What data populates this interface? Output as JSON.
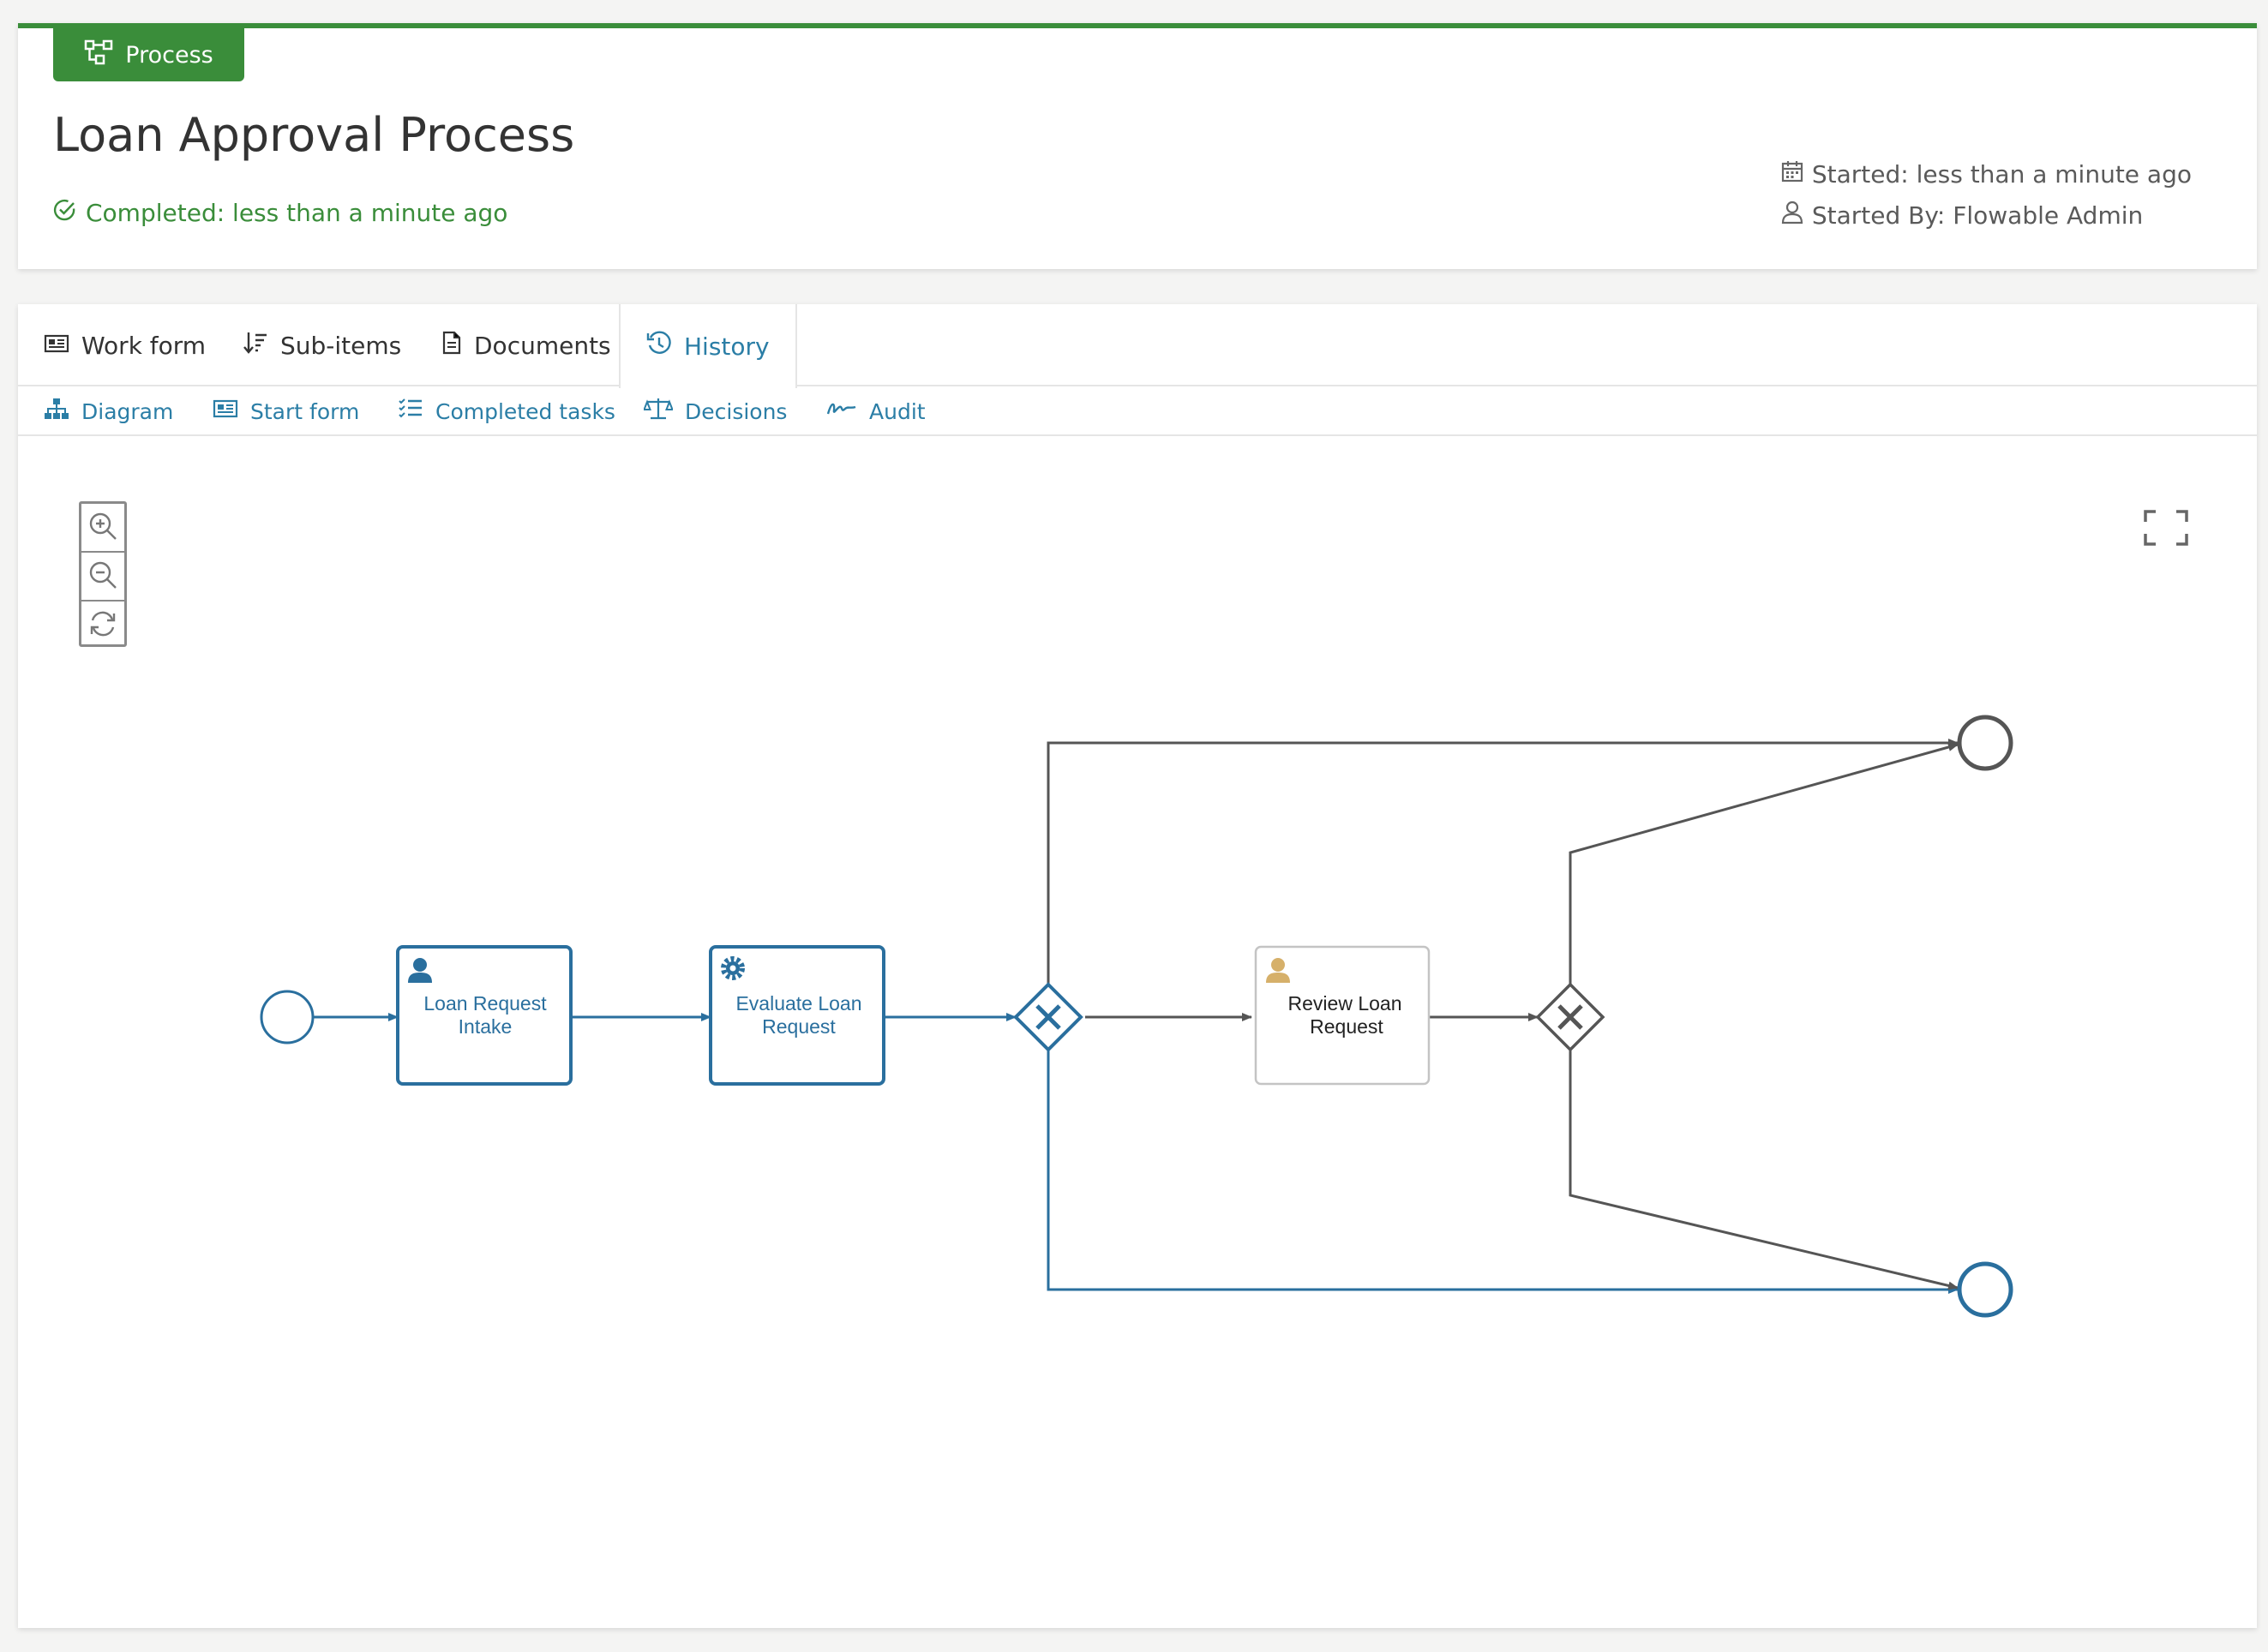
{
  "header": {
    "badge_label": "Process",
    "title": "Loan Approval Process",
    "status": "Completed: less than a minute ago",
    "started": "Started: less than a minute ago",
    "started_by": "Started By: Flowable Admin"
  },
  "tabs": [
    {
      "label": "Work form",
      "icon": "form-icon"
    },
    {
      "label": "Sub-items",
      "icon": "sort-icon"
    },
    {
      "label": "Documents",
      "icon": "document-icon"
    },
    {
      "label": "History",
      "icon": "history-icon",
      "active": true
    }
  ],
  "subtabs": [
    {
      "label": "Diagram",
      "icon": "sitemap-icon"
    },
    {
      "label": "Start form",
      "icon": "form-icon"
    },
    {
      "label": "Completed tasks",
      "icon": "checklist-icon"
    },
    {
      "label": "Decisions",
      "icon": "balance-scale-icon"
    },
    {
      "label": "Audit",
      "icon": "signature-icon"
    }
  ],
  "diagram": {
    "tasks": [
      {
        "line1": "Loan Request",
        "line2": "Intake",
        "type": "user-task",
        "status": "completed"
      },
      {
        "line1": "Evaluate Loan",
        "line2": "Request",
        "type": "service-task",
        "status": "completed"
      },
      {
        "line1": "Review Loan",
        "line2": "Request",
        "type": "user-task",
        "status": "not-executed"
      }
    ]
  },
  "colors": {
    "brand_green": "#3a8d3a",
    "link_blue": "#2b7ea6",
    "completed_blue": "#2a6f9e",
    "inactive_gray": "#555555",
    "user_icon_gold": "#d6b06a"
  }
}
